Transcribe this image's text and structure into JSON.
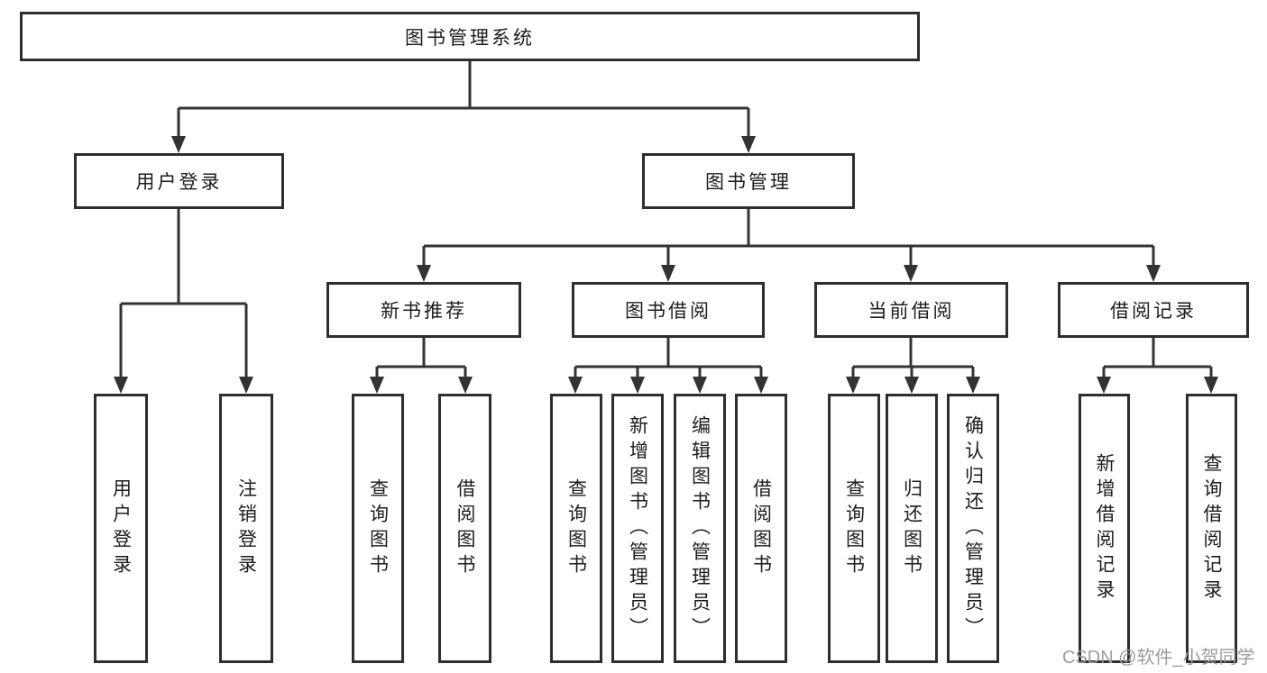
{
  "colors": {
    "line": "#333333",
    "box_border": "#2e2e2e",
    "text": "#1c1c1c",
    "watermark": "#9b9b9b",
    "background": "#ffffff"
  },
  "watermark": {
    "text": "CSDN @软件_小贺同学"
  },
  "tree": {
    "label": "图书管理系统",
    "children": [
      {
        "label": "用户登录",
        "children": [
          {
            "label": "用户登录"
          },
          {
            "label": "注销登录"
          }
        ]
      },
      {
        "label": "图书管理",
        "children": [
          {
            "label": "新书推荐",
            "children": [
              {
                "label": "查询图书"
              },
              {
                "label": "借阅图书"
              }
            ]
          },
          {
            "label": "图书借阅",
            "children": [
              {
                "label": "查询图书"
              },
              {
                "label": "新增图书（管理员）"
              },
              {
                "label": "编辑图书（管理员）"
              },
              {
                "label": "借阅图书"
              }
            ]
          },
          {
            "label": "当前借阅",
            "children": [
              {
                "label": "查询图书"
              },
              {
                "label": "归还图书"
              },
              {
                "label": "确认归还（管理员）"
              }
            ]
          },
          {
            "label": "借阅记录",
            "children": [
              {
                "label": "新增借阅记录"
              },
              {
                "label": "查询借阅记录"
              }
            ]
          }
        ]
      }
    ]
  }
}
